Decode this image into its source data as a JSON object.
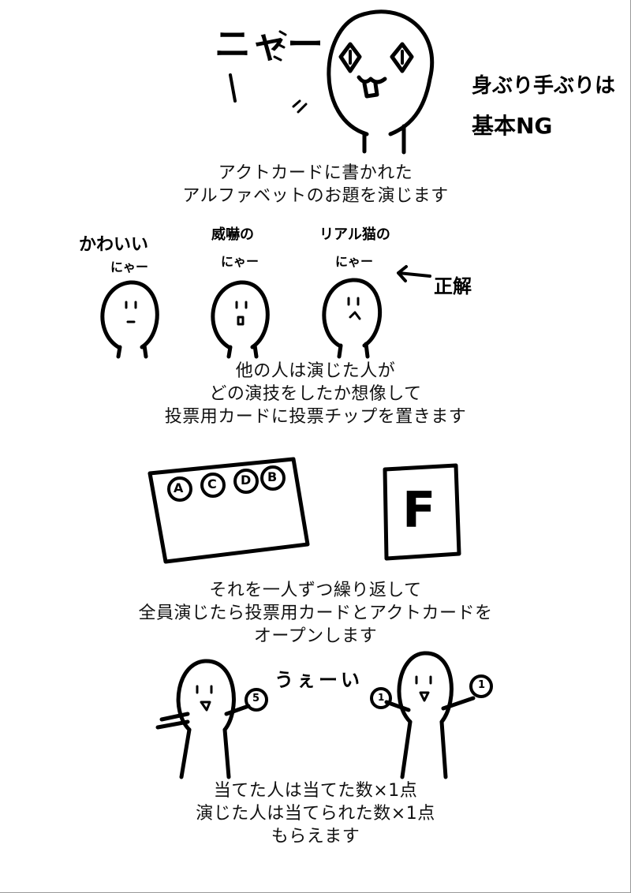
{
  "step1": {
    "sound": "ニャー",
    "note_lines": [
      "身ぶり手ぶりは",
      "基本NG"
    ],
    "caption": [
      "アクトカードに書かれた",
      "アルファベットのお題を演じます"
    ]
  },
  "step2": {
    "faces": [
      {
        "label": "かわいい",
        "sound": "にゃー"
      },
      {
        "label": "威嚇の",
        "sound": "にゃー"
      },
      {
        "label": "リアル猫の",
        "sound": "にゃー"
      }
    ],
    "correct_label": "正解",
    "caption": [
      "他の人は演じた人が",
      "どの演技をしたか想像して",
      "投票用カードに投票チップを置きます"
    ]
  },
  "step3": {
    "vote_chips": [
      "A",
      "C",
      "D",
      "B"
    ],
    "act_card_letter": "F",
    "caption": [
      "それを一人ずつ繰り返して",
      "全員演じたら投票用カードとアクトカードを",
      "オープンします"
    ]
  },
  "step4": {
    "left_coin": "5",
    "right_coins": [
      "1",
      "1"
    ],
    "shout": "うぇーい",
    "caption": [
      "当てた人は当てた数×1点",
      "演じた人は当てられた数×1点",
      "もらえます"
    ]
  }
}
